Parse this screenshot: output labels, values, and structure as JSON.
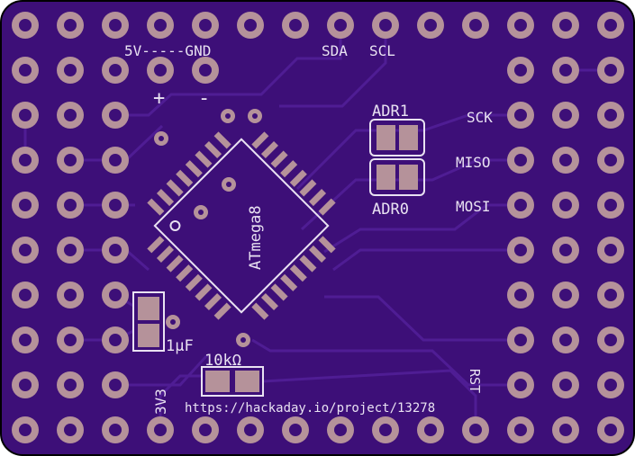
{
  "board": {
    "colors": {
      "substrate": "#3d0f78",
      "trace": "#4f1d94",
      "pad": "#b5929a",
      "silkscreen": "#e9e2f2",
      "outline": "#000000"
    },
    "labels": {
      "power_header": "5V-----GND",
      "plus": "+",
      "minus": "-",
      "sda": "SDA",
      "scl": "SCL",
      "adr1": "ADR1",
      "adr0": "ADR0",
      "sck": "SCK",
      "miso": "MISO",
      "mosi": "MOSI",
      "chip": "ATmega8",
      "cap": "1µF",
      "resistor": "10kΩ",
      "v33": "3V3",
      "rst": "RST",
      "url": "https://hackaday.io/project/13278"
    }
  }
}
